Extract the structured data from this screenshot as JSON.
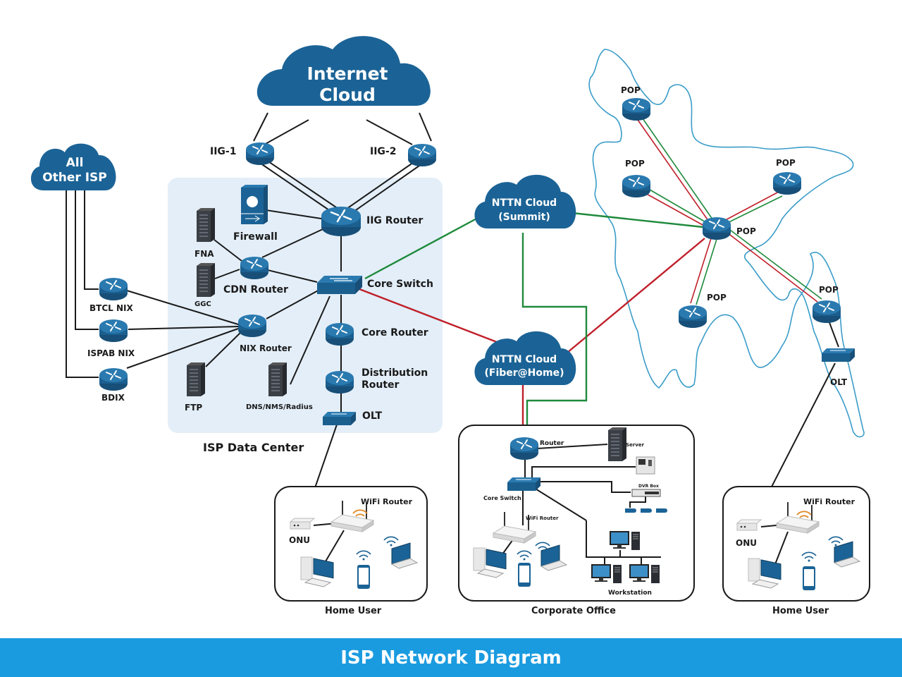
{
  "colors": {
    "device_blue": "#1b5f8f",
    "device_top": "#2a7ab0",
    "datacenter_bg": "#e3eef8",
    "link_black": "#1a1a1a",
    "link_red": "#c0202a",
    "link_green": "#1f8a3c",
    "map_outline": "#3a9cc8",
    "footer_bg": "#1a9be0"
  },
  "clouds": {
    "internet": {
      "line1": "Internet",
      "line2": "Cloud"
    },
    "other_isp": {
      "line1": "All",
      "line2": "Other ISP"
    },
    "nttn_summit": {
      "line1": "NTTN Cloud",
      "line2": "(Summit)"
    },
    "nttn_fiber": {
      "line1": "NTTN Cloud",
      "line2": "(Fiber@Home)"
    }
  },
  "gateways": {
    "iig1": "IIG-1",
    "iig2": "IIG-2"
  },
  "exchanges": {
    "btcl": "BTCL NIX",
    "ispab": "ISPAB NIX",
    "bdix": "BDIX"
  },
  "datacenter": {
    "title": "ISP Data Center",
    "iig_router": "IIG Router",
    "firewall": "Firewall",
    "fna": "FNA",
    "ggc": "GGC",
    "cdn_router": "CDN Router",
    "core_switch": "Core Switch",
    "nix_router": "NIX Router",
    "core_router": "Core Router",
    "distribution_router_1": "Distribution",
    "distribution_router_2": "Router",
    "ftp": "FTP",
    "dns": "DNS/NMS/Radius",
    "olt": "OLT"
  },
  "pops": {
    "labels": [
      "POP",
      "POP",
      "POP",
      "POP",
      "POP",
      "POP"
    ],
    "olt": "OLT"
  },
  "home_user_left": {
    "title": "Home User",
    "wifi_router": "WiFi Router",
    "onu": "ONU"
  },
  "home_user_right": {
    "title": "Home User",
    "wifi_router": "WiFi Router",
    "onu": "ONU"
  },
  "corporate": {
    "title": "Corporate Office",
    "router": "Router",
    "server": "Server",
    "core_switch": "Core Switch",
    "wifi_router": "WiFi Router",
    "dvr": "DVR Box",
    "workstation": "Workstation"
  },
  "footer": {
    "title": "ISP Network Diagram"
  }
}
